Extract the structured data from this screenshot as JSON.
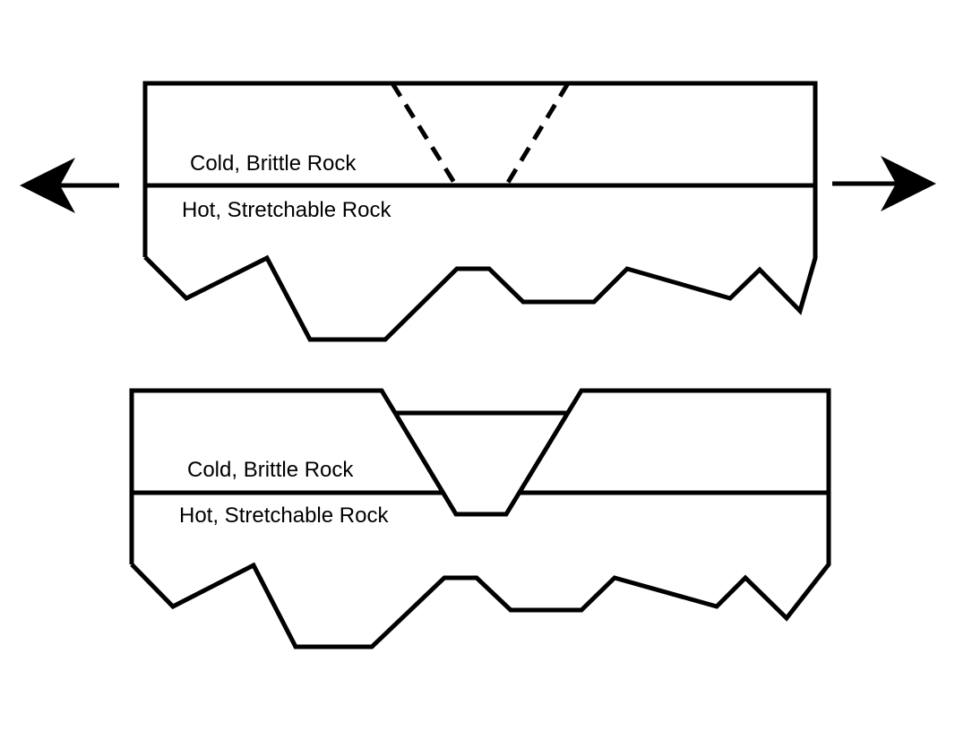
{
  "panels": {
    "top": {
      "upper_layer_label": "Cold, Brittle Rock",
      "lower_layer_label": "Hot, Stretchable Rock"
    },
    "bottom": {
      "upper_layer_label": "Cold, Brittle Rock",
      "lower_layer_label": "Hot, Stretchable Rock"
    }
  },
  "arrows": {
    "left": "arrow-left-icon",
    "right": "arrow-right-icon"
  },
  "colors": {
    "line": "#000000",
    "background": "#ffffff"
  }
}
